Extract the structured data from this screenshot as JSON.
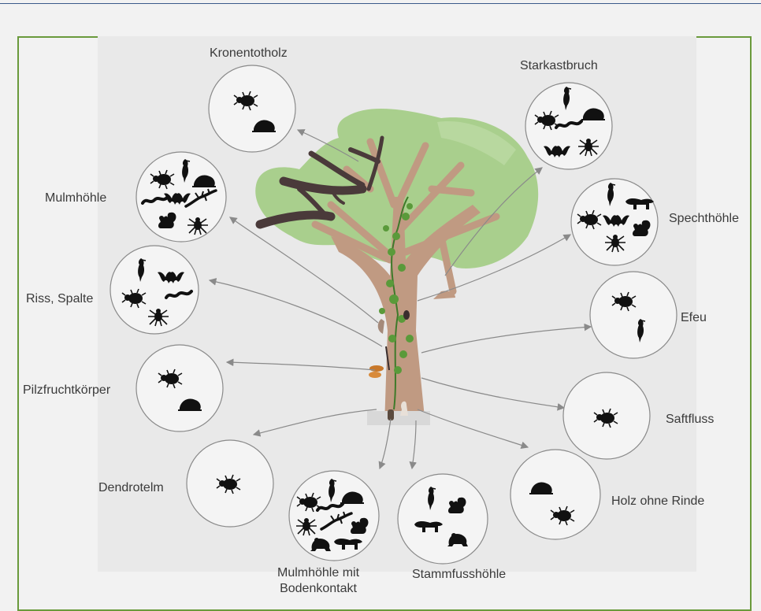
{
  "labels": {
    "kronentotholz": "Kronentotholz",
    "starkastbruch": "Starkastbruch",
    "mulmhoehle": "Mulmhöhle",
    "spechthoehle": "Spechthöhle",
    "riss_spalte": "Riss, Spalte",
    "efeu": "Efeu",
    "pilzfruchtkoerper": "Pilzfruchtkörper",
    "saftfluss": "Saftfluss",
    "dendrotelm": "Dendrotelm",
    "holz_ohne_rinde": "Holz ohne Rinde",
    "mulmhoehle_boden_line1": "Mulmhöhle mit",
    "mulmhoehle_boden_line2": "Bodenkontakt",
    "stammfusshoehle": "Stammfusshöhle"
  },
  "colors": {
    "frame": "#6a9a3c",
    "top_rule": "#3b5a8a",
    "foliage": "#a9cf8d",
    "trunk": "#c09a82",
    "deadwood": "#4a3a3a",
    "ivy": "#5a9a3a",
    "fungus": "#c8782a",
    "circle_stroke": "#8a8a8a",
    "arrow": "#8a8a8a",
    "animal": "#111111"
  },
  "icons": {
    "beetle": "beetle-icon",
    "bird": "bird-icon",
    "bat": "bat-icon",
    "snail": "snail-icon",
    "spider": "spider-icon",
    "squirrel": "squirrel-icon",
    "worm": "worm-icon",
    "lizard": "lizard-icon",
    "marten": "marten-icon",
    "frog": "frog-icon"
  }
}
